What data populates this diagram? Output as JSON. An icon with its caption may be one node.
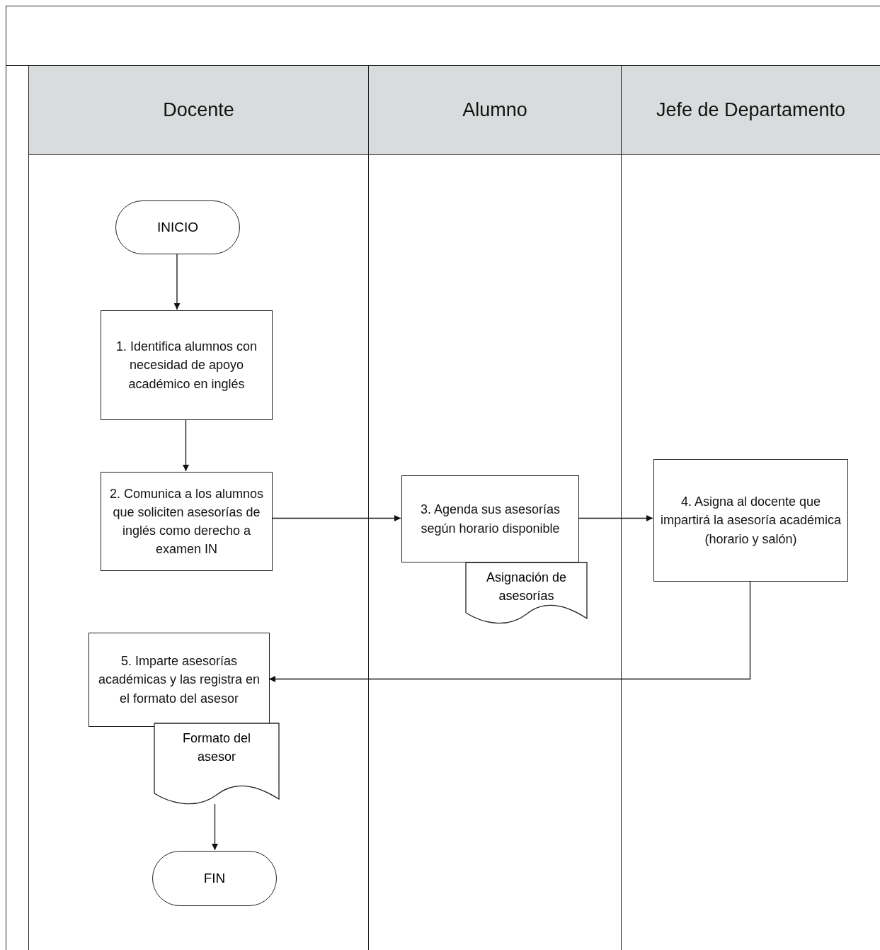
{
  "diagram": {
    "nodes": [
      {
        "text": [
          "Docente"
        ]
      },
      {
        "text": [
          "Alumno"
        ]
      },
      {
        "text": [
          "Jefe de Departamento"
        ]
      },
      {
        "text": [
          "INICIO"
        ],
        "in": 0
      },
      {
        "text": [
          "1. Identifica alumnos con necesidad de apoyo académico en inglés"
        ],
        "in": 0
      },
      {
        "text": [
          "2. Comunica a los alumnos que soliciten asesorías de inglés como derecho a examen IN"
        ],
        "in": 0
      },
      {
        "text": [
          "3. Agenda sus asesorías según horario disponible"
        ],
        "in": 1
      },
      {
        "text": [
          "Asignación de asesorías"
        ],
        "in": 1
      },
      {
        "text": [
          "4. Asigna al docente que impartirá la asesoría académica (horario y salón)"
        ],
        "in": 2
      },
      {
        "text": [
          "5. Imparte asesorías académicas y las registra en el formato del asesor"
        ],
        "in": 0
      },
      {
        "text": [
          "Formato del asesor"
        ],
        "in": 0
      },
      {
        "text": [
          "FIN"
        ],
        "in": 0
      }
    ],
    "edges": [
      {
        "from": 3,
        "to": 4,
        "arrow": "to"
      },
      {
        "from": 4,
        "to": 5,
        "arrow": "to"
      },
      {
        "from": 5,
        "to": 6,
        "arrow": "to"
      },
      {
        "from": 6,
        "to": 8,
        "arrow": "to"
      },
      {
        "from": 8,
        "to": 9,
        "arrow": "to"
      },
      {
        "from": 10,
        "to": 11,
        "arrow": "to"
      }
    ]
  }
}
